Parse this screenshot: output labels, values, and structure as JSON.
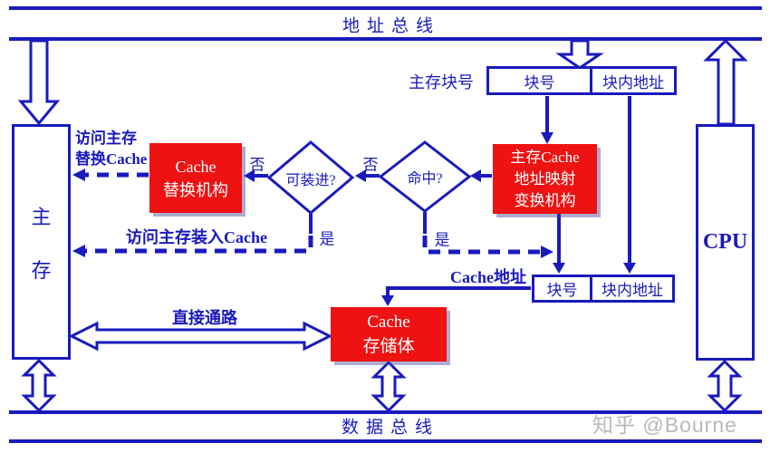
{
  "colors": {
    "blue": "#1a1abd",
    "red": "#ee1212",
    "watermark": "#b6b6b6",
    "bg": "#ffffff"
  },
  "buses": {
    "address_label": "地址总线",
    "data_label": "数据总线"
  },
  "nodes": {
    "main_memory": {
      "char1": "主",
      "char2": "存"
    },
    "cpu_label": "CPU",
    "cache_replace": {
      "line1": "Cache",
      "line2": "替换机构"
    },
    "mapping": {
      "line1": "主存Cache",
      "line2": "地址映射",
      "line3": "变换机构"
    },
    "cache_storage": {
      "line1": "Cache",
      "line2": "存储体"
    },
    "decision_fit": "可装进?",
    "decision_hit": "命中?"
  },
  "address_registers": {
    "main_label": "主存块号",
    "cache_label": "Cache地址",
    "main_fields": {
      "block_no": "块号",
      "offset": "块内地址"
    },
    "cache_fields": {
      "block_no": "块号",
      "offset": "块内地址"
    }
  },
  "edge_labels": {
    "no_fit": "否",
    "no_hit": "否",
    "yes_fit": "是",
    "yes_hit": "是",
    "replace_line1": "访问主存",
    "replace_line2": "替换Cache",
    "load": "访问主存装入Cache",
    "direct": "直接通路"
  },
  "watermark": "知乎 @Bourne"
}
